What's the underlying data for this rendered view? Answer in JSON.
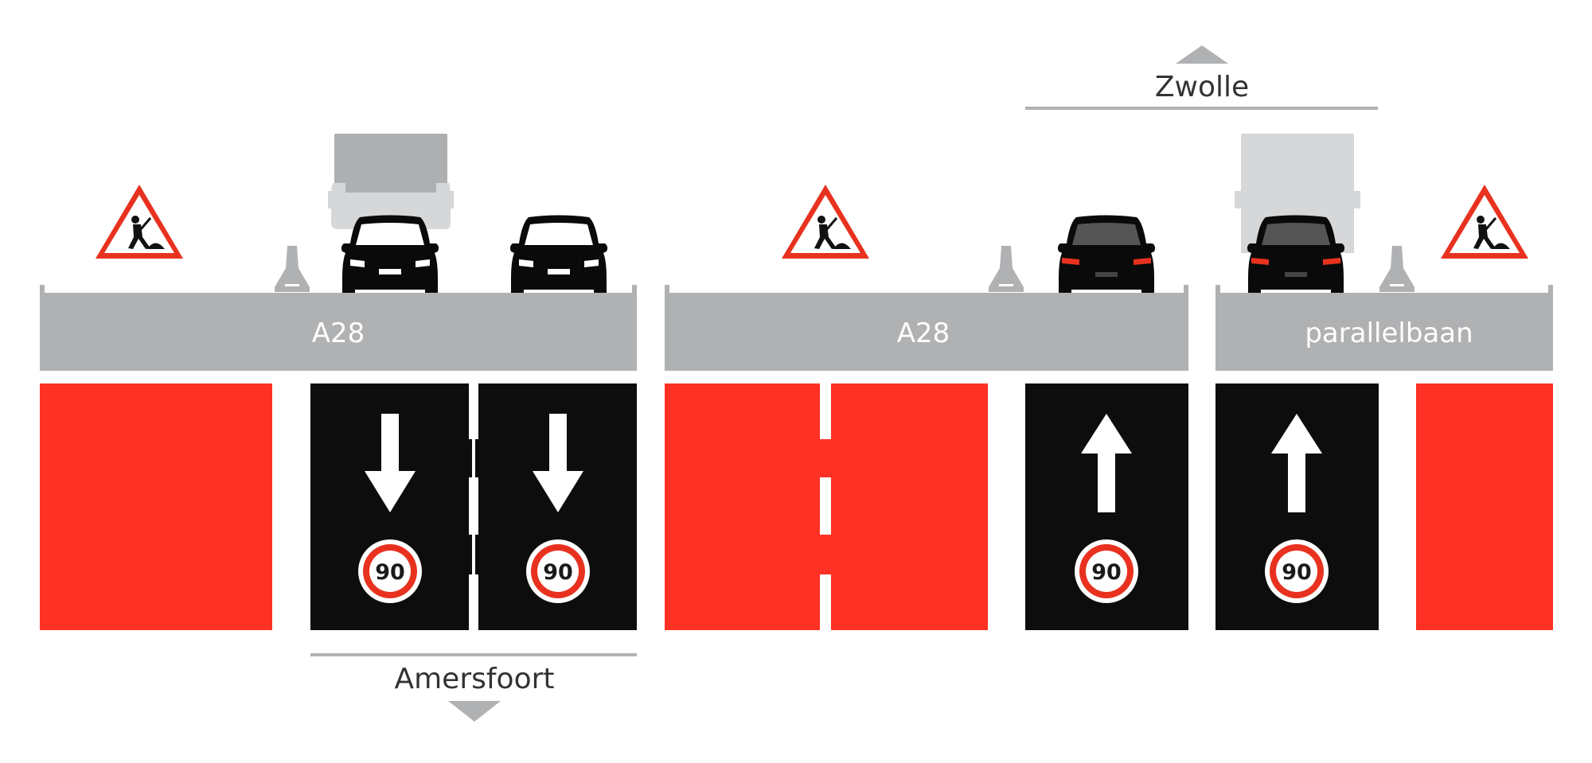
{
  "colors": {
    "road_grey": "#b0b1b3",
    "closed_red": "#ff3024",
    "lane_black": "#0d0d0d",
    "marking_white": "#ffffff",
    "text_dark": "#333333",
    "truck_dark": "#aeafb1",
    "truck_light": "#d6d7d8",
    "car_black": "#0a0a0a",
    "sign_red": "#e8321f"
  },
  "roads": [
    {
      "label": "A28"
    },
    {
      "label": "A28"
    },
    {
      "label": "parallelbaan"
    }
  ],
  "directions": {
    "south": {
      "label": "Amersfoort",
      "arrow": "down-triangle-icon"
    },
    "north": {
      "label": "Zwolle",
      "arrow": "up-triangle-icon"
    }
  },
  "lanes": [
    {
      "status": "closed"
    },
    {
      "status": "open",
      "direction": "down",
      "speed_limit": "90"
    },
    {
      "status": "open",
      "direction": "down",
      "speed_limit": "90"
    },
    {
      "status": "closed"
    },
    {
      "status": "closed"
    },
    {
      "status": "open",
      "direction": "up",
      "speed_limit": "90"
    },
    {
      "status": "open",
      "direction": "up",
      "speed_limit": "90"
    },
    {
      "status": "closed"
    }
  ],
  "icons": [
    "roadwork-warning-sign-icon",
    "truck-icon",
    "car-front-icon",
    "car-rear-icon",
    "traffic-barrier-icon",
    "speed-limit-sign-icon",
    "lane-arrow-icon"
  ]
}
